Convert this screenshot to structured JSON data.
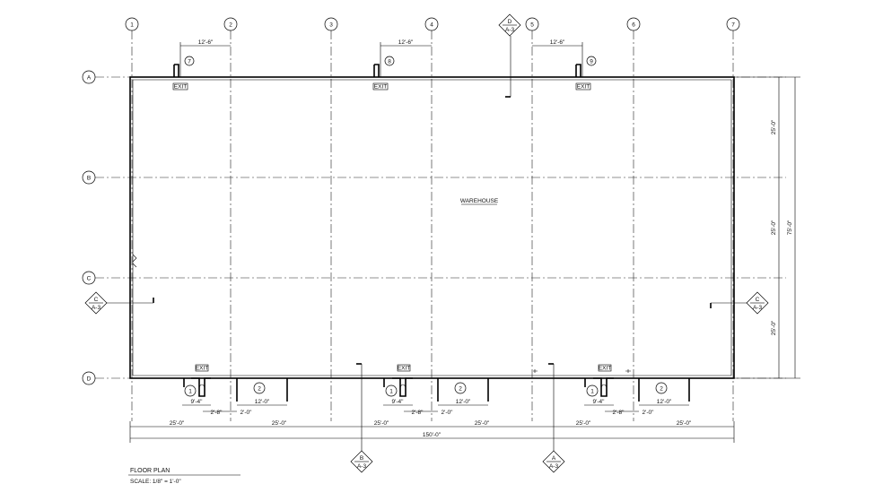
{
  "grid_columns": [
    "1",
    "2",
    "3",
    "4",
    "5",
    "6",
    "7"
  ],
  "grid_rows": [
    "A",
    "B",
    "C",
    "D"
  ],
  "room_label": "WAREHOUSE",
  "top_doors": [
    {
      "num": "7",
      "dim": "12'-6\"",
      "exit": "EXIT"
    },
    {
      "num": "8",
      "dim": "12'-6\"",
      "exit": "EXIT"
    },
    {
      "num": "9",
      "dim": "12'-6\"",
      "exit": "EXIT"
    }
  ],
  "bottom_bays": [
    {
      "door1": "1",
      "door2": "2",
      "exit": "EXIT",
      "d1": "9'-4\"",
      "d2": "12'-0\"",
      "d3": "2'-8\"",
      "d4": "2'-0\""
    },
    {
      "door1": "1",
      "door2": "2",
      "exit": "EXIT",
      "d1": "9'-4\"",
      "d2": "12'-0\"",
      "d3": "2'-8\"",
      "d4": "2'-0\""
    },
    {
      "door1": "1",
      "door2": "2",
      "exit": "EXIT",
      "d1": "9'-4\"",
      "d2": "12'-0\"",
      "d3": "2'-8\"",
      "d4": "2'-0\""
    }
  ],
  "bottom_bay_dims": [
    "25'-0\"",
    "25'-0\"",
    "25'-0\"",
    "25'-0\"",
    "25'-0\"",
    "25'-0\""
  ],
  "overall_width": "150'-0\"",
  "right_bay_dims": [
    "25'-0\"",
    "25'-0\"",
    "25'-0\""
  ],
  "overall_depth": "75'-0\"",
  "sections": [
    {
      "letter": "D",
      "sheet": "A-3"
    },
    {
      "letter": "C",
      "sheet": "A-3"
    },
    {
      "letter": "C",
      "sheet": "A-3"
    },
    {
      "letter": "B",
      "sheet": "A-3"
    },
    {
      "letter": "A",
      "sheet": "A-3"
    }
  ],
  "title": "FLOOR PLAN",
  "scale": "SCALE: 1/8\" = 1'-0\""
}
